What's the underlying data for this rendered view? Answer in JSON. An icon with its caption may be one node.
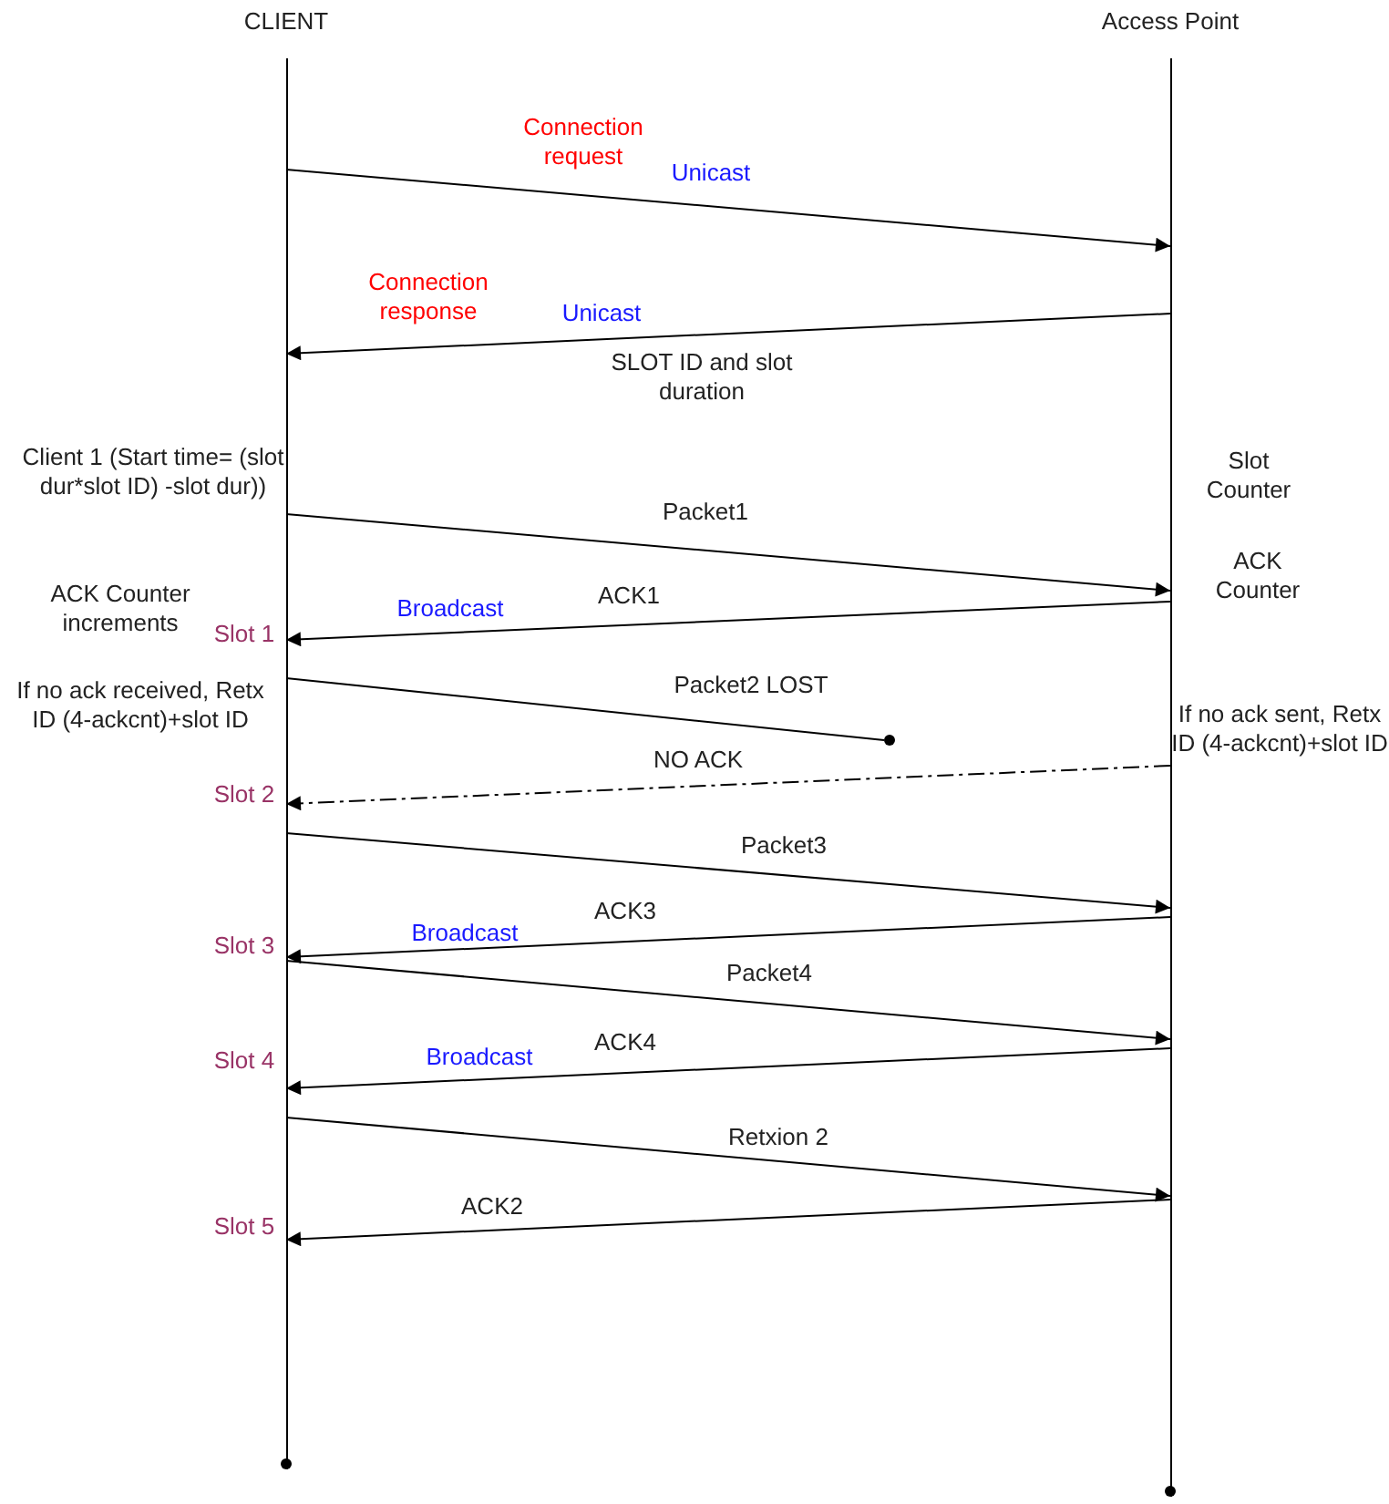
{
  "diagram": {
    "nodes": [
      {
        "text": [
          "CLIENT"
        ]
      },
      {
        "text": [
          "Access Point"
        ]
      },
      {
        "text": [],
        "shape": "circle"
      }
    ],
    "edges": [
      {
        "from": 0,
        "to": 1,
        "arrow": "to",
        "label": "Connection request"
      },
      {
        "from": 1,
        "to": 0,
        "arrow": "to",
        "label": "Connection response"
      },
      {
        "from": 0,
        "to": 1,
        "arrow": "to",
        "label": "Packet1"
      },
      {
        "from": 1,
        "to": 0,
        "arrow": "to",
        "label": "ACK1"
      },
      {
        "from": 0,
        "to": 2,
        "arrow": "none",
        "label": "Packet2 LOST"
      },
      {
        "from": 1,
        "to": 0,
        "arrow": "to",
        "label": "NO ACK",
        "style": "dashed"
      },
      {
        "from": 0,
        "to": 1,
        "arrow": "to",
        "label": "Packet3"
      },
      {
        "from": 1,
        "to": 0,
        "arrow": "to",
        "label": "ACK3"
      },
      {
        "from": 0,
        "to": 1,
        "arrow": "to",
        "label": "Packet4"
      },
      {
        "from": 1,
        "to": 0,
        "arrow": "to",
        "label": "ACK4"
      },
      {
        "from": 0,
        "to": 1,
        "arrow": "to",
        "label": "Retxion 2"
      },
      {
        "from": 1,
        "to": 0,
        "arrow": "to",
        "label": "ACK2"
      }
    ],
    "labels": [
      "Unicast",
      "Unicast",
      "SLOT ID and slot duration",
      "Client 1 (Start time= (slot dur*slot ID) -slot dur))",
      "Slot Counter",
      "ACK Counter",
      "ACK Counter increments",
      "Broadcast",
      "Slot 1",
      "If no ack received, Retx ID (4-ackcnt)+slot ID",
      "If no ack sent, Retx ID (4-ackcnt)+slot ID",
      "Slot 2",
      "Slot 3",
      "Broadcast",
      "Slot 4",
      "Broadcast",
      "Slot 5"
    ]
  }
}
